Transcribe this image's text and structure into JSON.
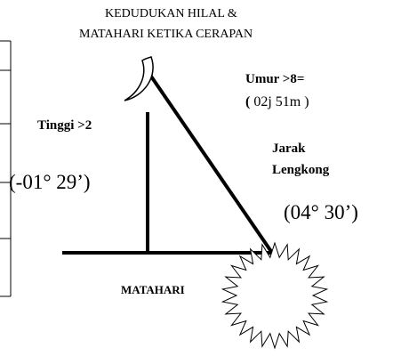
{
  "title": {
    "line1": "KEDUDUKAN HILAL &",
    "line2": "MATAHARI KETIKA CERAPAN"
  },
  "labels": {
    "tinggi": "Tinggi >2",
    "tinggi_value": "(-01° 29’)",
    "umur": "Umur >8=",
    "umur_paren_open": "(",
    "umur_value": " 02j 51m ",
    "umur_paren_close": ")",
    "jarak_line1": "Jarak",
    "jarak_line2": "Lengkong",
    "jarak_value": "(04° 30’)",
    "matahari": "MATAHARI"
  },
  "icons": {
    "moon": "crescent-moon-icon",
    "sun": "sun-icon"
  },
  "colors": {
    "stroke": "#000000",
    "background": "#ffffff"
  }
}
